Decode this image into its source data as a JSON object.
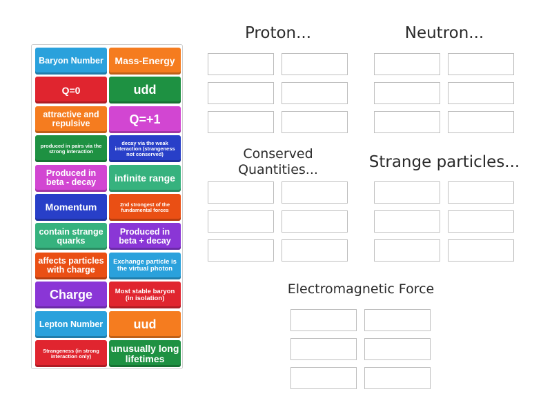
{
  "bank": {
    "tiles": [
      {
        "label": "Baryon Number",
        "color": "#2aa1dc"
      },
      {
        "label": "Mass-Energy",
        "color": "#f57c1f"
      },
      {
        "label": "Q=0",
        "color": "#e0252f"
      },
      {
        "label": "udd",
        "color": "#1e9142"
      },
      {
        "label": "attractive and repulsive",
        "color": "#f57c1f"
      },
      {
        "label": "Q=+1",
        "color": "#d246d2"
      },
      {
        "label": "produced in pairs via the strong interaction",
        "color": "#1e9142"
      },
      {
        "label": "decay via the weak interaction (strangeness not conserved)",
        "color": "#283fc8"
      },
      {
        "label": "Produced in beta - decay",
        "color": "#d246d2"
      },
      {
        "label": "infinite range",
        "color": "#36b27e"
      },
      {
        "label": "Momentum",
        "color": "#283fc8"
      },
      {
        "label": "2nd strongest of the fundamental forces",
        "color": "#ea4f14"
      },
      {
        "label": "contain strange quarks",
        "color": "#36b27e"
      },
      {
        "label": "Produced in beta + decay",
        "color": "#8a36d6"
      },
      {
        "label": "affects particles with charge",
        "color": "#ea4f14"
      },
      {
        "label": "Exchange particle is the virtual photon",
        "color": "#2aa1dc"
      },
      {
        "label": "Charge",
        "color": "#8a36d6"
      },
      {
        "label": "Most stable baryon (in isolation)",
        "color": "#e0252f"
      },
      {
        "label": "Lepton Number",
        "color": "#2aa1dc"
      },
      {
        "label": "uud",
        "color": "#f57c1f"
      },
      {
        "label": "Strangeness (in strong interaction only)",
        "color": "#e0252f"
      },
      {
        "label": "unusually long lifetimes",
        "color": "#1e9142"
      }
    ]
  },
  "groups": {
    "proton": {
      "title": "Proton..."
    },
    "neutron": {
      "title": "Neutron..."
    },
    "conserved": {
      "title": "Conserved Quantities..."
    },
    "strange": {
      "title": "Strange particles..."
    },
    "em": {
      "title": "Electromagnetic Force"
    }
  }
}
